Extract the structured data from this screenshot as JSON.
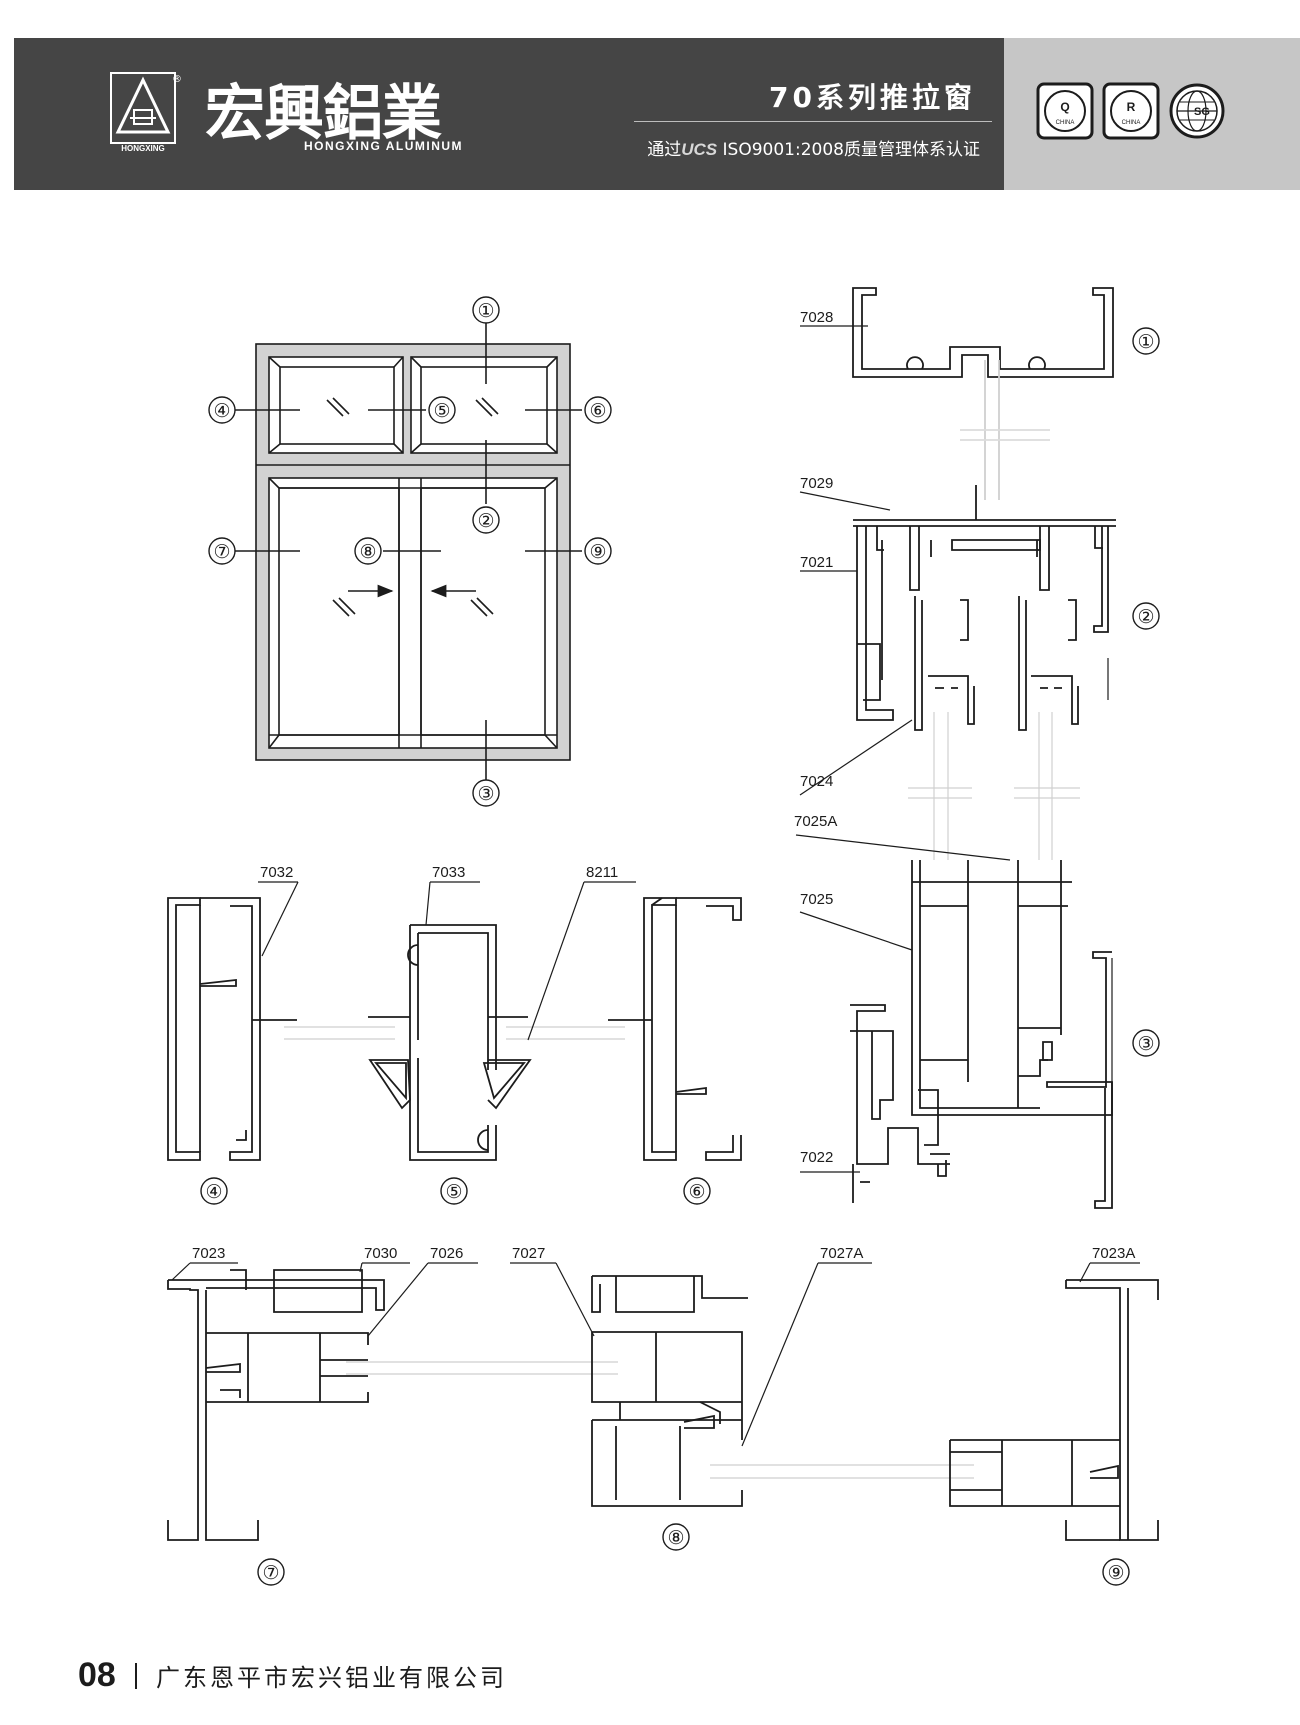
{
  "header": {
    "brand_cn": "宏興鋁業",
    "brand_en": "HONGXING ALUMINUM",
    "logo_text": "HONGXING",
    "logo_mark": "®",
    "series_title": "70系列推拉窗",
    "cert_prefix": "通过",
    "cert_ucs": "UCS",
    "cert_suffix": "ISO9001:2008质量管理体系认证",
    "badges": [
      {
        "letter": "Q",
        "sub": "CHINA"
      },
      {
        "letter": "R",
        "sub": "CHINA"
      },
      {
        "letter": "SG",
        "sub": ""
      }
    ]
  },
  "window": {
    "markers": [
      "①",
      "②",
      "③",
      "④",
      "⑤",
      "⑥",
      "⑦",
      "⑧",
      "⑨"
    ]
  },
  "profiles": {
    "p7028": "7028",
    "p7029": "7029",
    "p7021": "7021",
    "p7024": "7024",
    "p7025A": "7025A",
    "p7025": "7025",
    "p7022": "7022",
    "p7032": "7032",
    "p7033": "7033",
    "p8211": "8211",
    "p7023": "7023",
    "p7030": "7030",
    "p7026": "7026",
    "p7027": "7027",
    "p7027A": "7027A",
    "p7023A": "7023A"
  },
  "section_markers": {
    "s1": "①",
    "s2": "②",
    "s3": "③",
    "s4": "④",
    "s5": "⑤",
    "s6": "⑥",
    "s7": "⑦",
    "s8": "⑧",
    "s9": "⑨"
  },
  "footer": {
    "page_number": "08",
    "company": "广东恩平市宏兴铝业有限公司"
  },
  "colors": {
    "header_bg": "#454545",
    "header_right_bg": "#c6c6c6",
    "frame_fill": "#d2d2d2",
    "line": "#1c1c1c"
  }
}
